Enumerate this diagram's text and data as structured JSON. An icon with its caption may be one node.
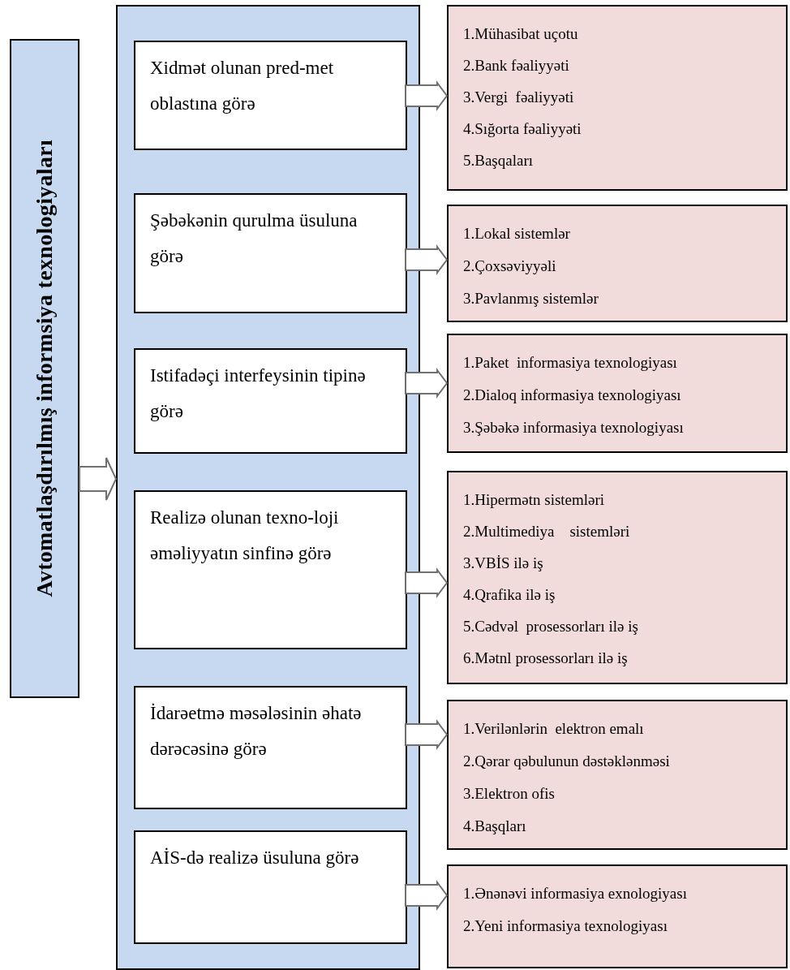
{
  "diagram": {
    "nodes": [
      {
        "text": [
          "Avtomatlaşdırılmış informsiya texnologiyaları"
        ]
      },
      {
        "text": [],
        "shape": "box"
      },
      {
        "text": [
          "Xidmət olunan pred-met oblastına görə"
        ],
        "in": 1
      },
      {
        "text": [
          "Şəbəkənin qurulma üsuluna görə"
        ],
        "in": 1
      },
      {
        "text": [
          "Istifadəçi interfeysinin tipinə görə"
        ],
        "in": 1
      },
      {
        "text": [
          "Realizə olunan texno-loji əməliyyatın sinfinə görə"
        ],
        "in": 1
      },
      {
        "text": [
          "İdarəetmə məsələsinin əhatə dərəcəsinə görə"
        ],
        "in": 1
      },
      {
        "text": [
          "AİS-də realizə üsuluna görə"
        ],
        "in": 1
      },
      {
        "text": [
          "1.Mühasibat uçotu",
          "2.Bank fəaliyyəti",
          "3.Vergi  fəaliyyəti",
          "4.Sığorta fəaliyyəti",
          "5.Başqaları"
        ]
      },
      {
        "text": [
          "1.Lokal sistemlər",
          "2.Çoxsəviyyəli",
          "3.Pavlanmış sistemlər"
        ]
      },
      {
        "text": [
          "1.Paket  informasiya texnologiyası",
          "2.Dialoq informasiya texnologiyası",
          "3.Şəbəkə informasiya texnologiyası"
        ]
      },
      {
        "text": [
          "1.Hipermətn sistemləri",
          "2.Multimediya    sistemləri",
          "3.VBİS ilə iş",
          "4.Qrafika ilə iş",
          "5.Cədvəl  prosessorları ilə iş",
          "6.Mətnl prosessorları ilə iş"
        ]
      },
      {
        "text": [
          "1.Verilənlərin  elektron emalı",
          "2.Qərar qəbulunun dəstəklənməsi",
          "3.Elektron ofis",
          "4.Başqları"
        ]
      },
      {
        "text": [
          "1.Ənənəvi informasiya exnologiyası",
          "2.Yeni informasiya texnologiyası"
        ]
      }
    ],
    "edges": [
      {
        "from": 0,
        "to": 1,
        "arrow": "to"
      },
      {
        "from": 2,
        "to": 8,
        "arrow": "to"
      },
      {
        "from": 3,
        "to": 9,
        "arrow": "to"
      },
      {
        "from": 4,
        "to": 10,
        "arrow": "to"
      },
      {
        "from": 5,
        "to": 11,
        "arrow": "to"
      },
      {
        "from": 6,
        "to": 12,
        "arrow": "to"
      },
      {
        "from": 7,
        "to": 13,
        "arrow": "to"
      }
    ]
  }
}
